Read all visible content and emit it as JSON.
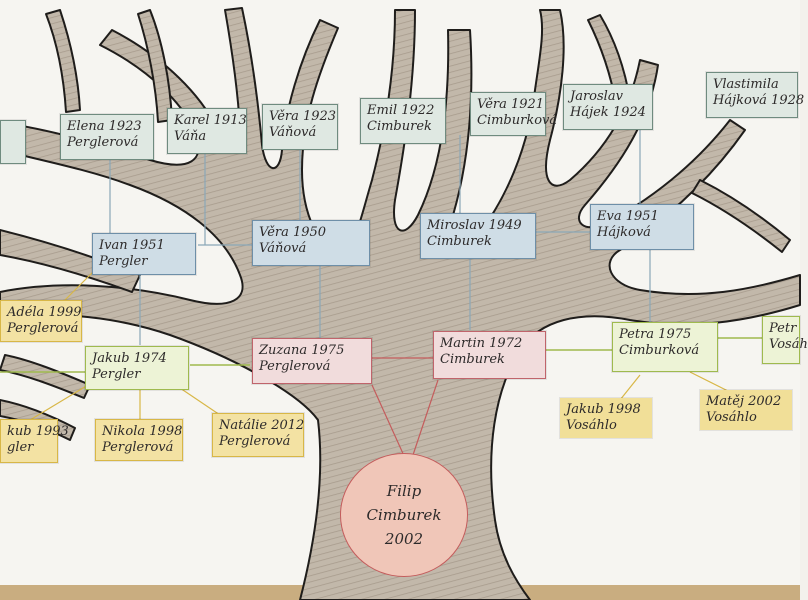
{
  "root": {
    "first_name": "Filip",
    "surname": "Cimburek",
    "year": "2002"
  },
  "people": {
    "partial_left_top": {
      "line1": "",
      "line2": ""
    },
    "elena": {
      "line1": "Elena 1923",
      "line2": "Perglerová"
    },
    "karel": {
      "line1": "Karel 1913",
      "line2": "Váňa"
    },
    "vera1923": {
      "line1": "Věra 1923",
      "line2": "Váňová"
    },
    "emil": {
      "line1": "Emil 1922",
      "line2": "Cimburek"
    },
    "vera1921": {
      "line1": "Věra 1921",
      "line2": "Cimburková"
    },
    "jaroslav": {
      "line1": "Jaroslav",
      "line2": "Hájek 1924"
    },
    "vlastimila": {
      "line1": "Vlastimila",
      "line2": "Hájková 1928"
    },
    "ivan": {
      "line1": "Ivan 1951",
      "line2": "Pergler"
    },
    "vera1950": {
      "line1": "Věra 1950",
      "line2": "Váňová"
    },
    "miroslav": {
      "line1": "Miroslav 1949",
      "line2": "Cimburek"
    },
    "eva": {
      "line1": "Eva 1951",
      "line2": "Hájková"
    },
    "adela": {
      "line1": "Adéla 1999",
      "line2": "Perglerová"
    },
    "jakub1974": {
      "line1": "Jakub 1974",
      "line2": "Pergler"
    },
    "zuzana": {
      "line1": "Zuzana 1975",
      "line2": "Perglerová"
    },
    "martin": {
      "line1": "Martin 1972",
      "line2": "Cimburek"
    },
    "petra": {
      "line1": "Petra 1975",
      "line2": "Cimburková"
    },
    "petra_partial": {
      "line1": "Petr",
      "line2": "Vosáh"
    },
    "jakub1993": {
      "line1": "kub 1993",
      "line2": "gler"
    },
    "nikola": {
      "line1": "Nikola 1998",
      "line2": "Perglerová"
    },
    "natalie": {
      "line1": "Natálie 2012",
      "line2": "Perglerová"
    },
    "jakub1998": {
      "line1": "Jakub 1998",
      "line2": "Vosáhlo"
    },
    "matej": {
      "line1": "Matěj 2002",
      "line2": "Vosáhlo"
    }
  },
  "colors": {
    "trunk": "#bdb3a5",
    "outline": "#1f1d1b",
    "grandparents_box": "#dfe8e2",
    "parents_box": "#cfdde6",
    "focus_parents_box": "#f1dcdc",
    "siblings_box": "#edf3d6",
    "children_box": "#f3e2a3"
  }
}
